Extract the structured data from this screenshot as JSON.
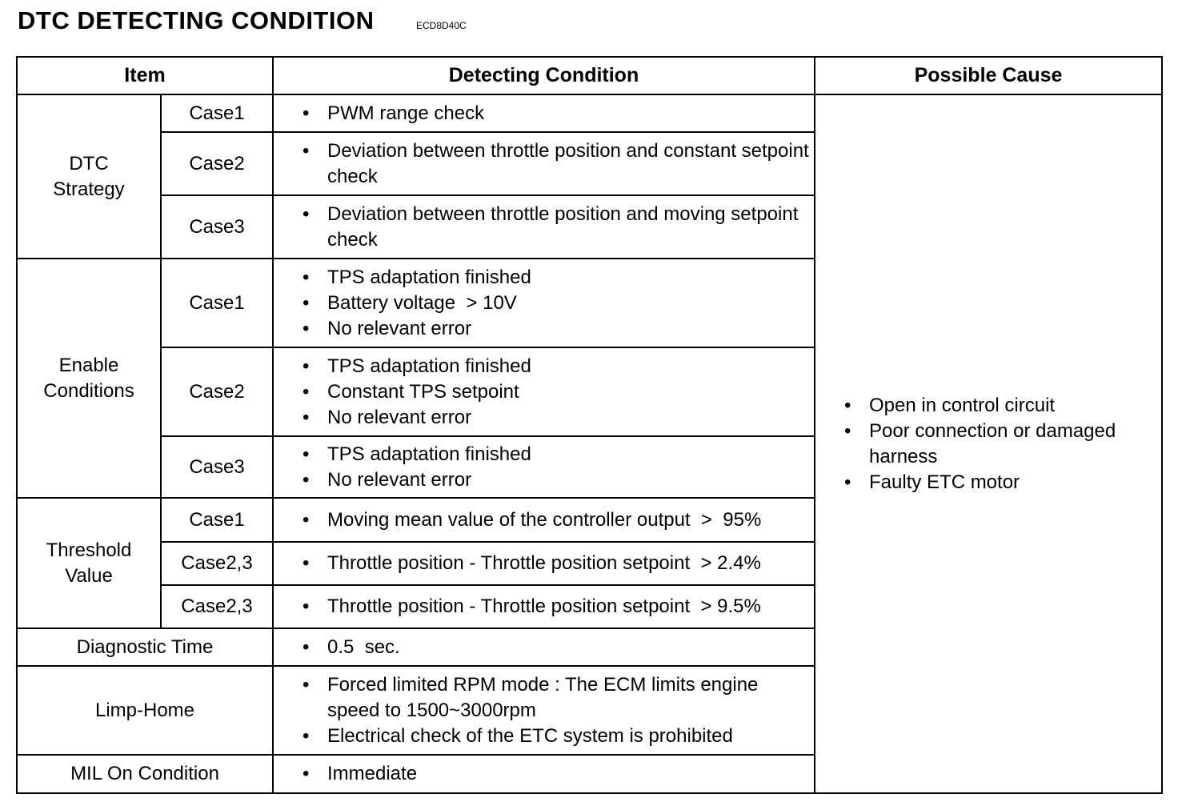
{
  "title": "DTC DETECTING CONDITION",
  "code": "ECD8D40C",
  "headers": {
    "item": "Item",
    "detecting": "Detecting Condition",
    "cause": "Possible Cause"
  },
  "dtc_strategy": {
    "label_line1": "DTC",
    "label_line2": "Strategy",
    "cases": [
      {
        "case": "Case1",
        "lines": [
          "PWM range check"
        ]
      },
      {
        "case": "Case2",
        "lines": [
          "Deviation between throttle position and constant setpoint check"
        ]
      },
      {
        "case": "Case3",
        "lines": [
          "Deviation between throttle position and moving setpoint check"
        ]
      }
    ]
  },
  "enable": {
    "label_line1": "Enable",
    "label_line2": "Conditions",
    "cases": [
      {
        "case": "Case1",
        "lines": [
          "TPS adaptation finished",
          "Battery voltage  > 10V",
          "No relevant error"
        ]
      },
      {
        "case": "Case2",
        "lines": [
          "TPS adaptation finished",
          "Constant TPS setpoint",
          "No relevant error"
        ]
      },
      {
        "case": "Case3",
        "lines": [
          "TPS adaptation finished",
          "No relevant error"
        ]
      }
    ]
  },
  "threshold": {
    "label_line1": "Threshold",
    "label_line2": "Value",
    "cases": [
      {
        "case": "Case1",
        "lines": [
          "Moving mean value of the controller output  >  95%"
        ]
      },
      {
        "case": "Case2,3",
        "lines": [
          "Throttle position - Throttle position setpoint  > 2.4%"
        ]
      },
      {
        "case": "Case2,3",
        "lines": [
          "Throttle position - Throttle position setpoint  > 9.5%"
        ]
      }
    ]
  },
  "diagnostic_time": {
    "label": "Diagnostic Time",
    "lines": [
      "0.5  sec."
    ]
  },
  "limp_home": {
    "label": "Limp-Home",
    "lines": [
      "Forced limited RPM mode :  The ECM limits engine speed to 1500~3000rpm",
      "Electrical check of the ETC system is prohibited"
    ]
  },
  "mil": {
    "label": "MIL On Condition",
    "lines": [
      "Immediate"
    ]
  },
  "possible_cause": [
    "Open in control circuit",
    "Poor connection or damaged harness",
    "Faulty ETC motor"
  ]
}
